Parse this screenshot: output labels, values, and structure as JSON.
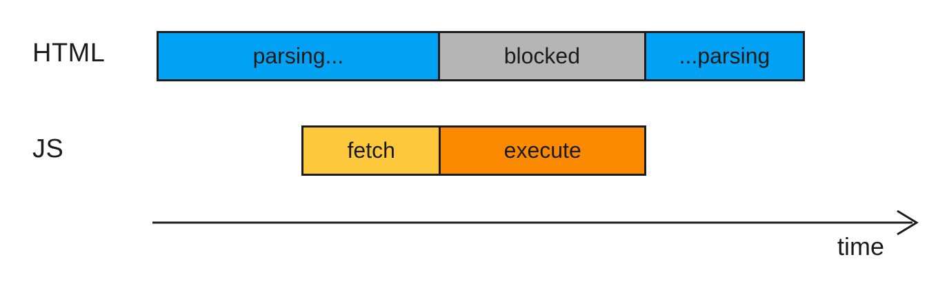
{
  "colors": {
    "parsing_blue": "#01A2F4",
    "blocked_gray": "#B5B5B5",
    "fetch_yellow": "#FEC83D",
    "execute_orange": "#FB8A00",
    "ink": "#1B1B1B",
    "background": "#FFFFFF"
  },
  "rows": [
    {
      "label": "HTML",
      "start": 0,
      "segments": [
        {
          "id": "parsing-start",
          "label": "parsing...",
          "color": "#01A2F4",
          "duration": 410
        },
        {
          "id": "blocked",
          "label": "blocked",
          "color": "#B5B5B5",
          "duration": 300
        },
        {
          "id": "parsing-resume",
          "label": "...parsing",
          "color": "#01A2F4",
          "duration": 230
        }
      ]
    },
    {
      "label": "JS",
      "start": 210,
      "segments": [
        {
          "id": "fetch",
          "label": "fetch",
          "color": "#FEC83D",
          "duration": 200
        },
        {
          "id": "execute",
          "label": "execute",
          "color": "#FB8A00",
          "duration": 300
        }
      ]
    }
  ],
  "axis": {
    "label": "time"
  }
}
